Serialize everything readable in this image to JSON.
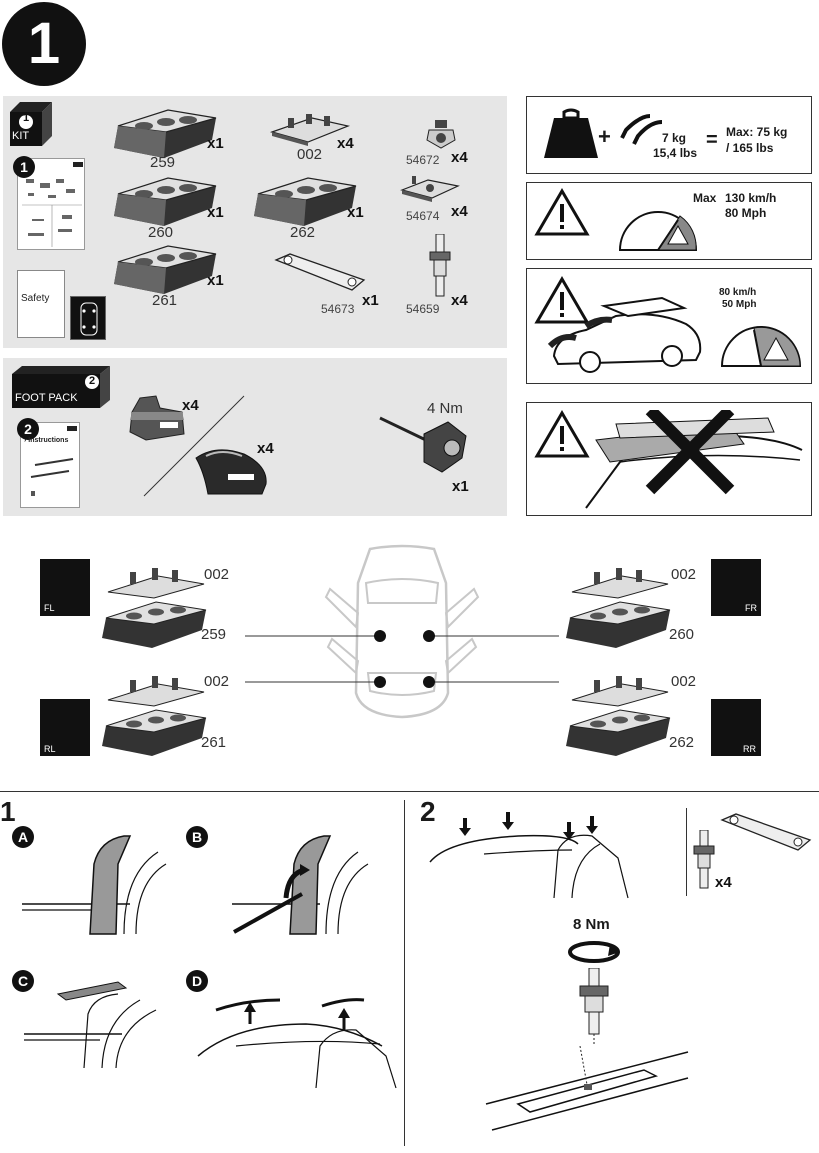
{
  "header": {
    "step_number": "1"
  },
  "kit": {
    "badge_number": "1",
    "label": "KIT",
    "manual_badge": "1",
    "safety_label": "Safety",
    "parts": [
      {
        "code": "259",
        "qty": "x1"
      },
      {
        "code": "002",
        "qty": "x4"
      },
      {
        "code": "54672",
        "qty": "x4"
      },
      {
        "code": "260",
        "qty": "x1"
      },
      {
        "code": "262",
        "qty": "x1"
      },
      {
        "code": "54674",
        "qty": "x4"
      },
      {
        "code": "261",
        "qty": "x1"
      },
      {
        "code": "54673",
        "qty": "x1"
      },
      {
        "code": "54659",
        "qty": "x4"
      }
    ]
  },
  "foot_pack": {
    "badge_number": "2",
    "label": "FOOT PACK",
    "manual_badge": "2",
    "instructions_label": "› Instructions",
    "foot_qty_1": "x4",
    "foot_qty_2": "x4",
    "torque": "4 Nm",
    "tool_qty": "x1"
  },
  "warnings": {
    "load": {
      "bar_weight": "7 kg",
      "bar_weight_lbs": "15,4 lbs",
      "max_label": "Max: 75 kg",
      "max_lbs": "/ 165 lbs",
      "plus": "+",
      "equals": "="
    },
    "speed": {
      "max": "Max",
      "kmh": "130 km/h",
      "mph": "80 Mph"
    },
    "wind": {
      "kmh": "80 km/h",
      "mph": "50 Mph"
    }
  },
  "placement": {
    "positions": [
      {
        "corner": "FL",
        "foot": "259",
        "pad": "002"
      },
      {
        "corner": "FR",
        "foot": "260",
        "pad": "002"
      },
      {
        "corner": "RL",
        "foot": "261",
        "pad": "002"
      },
      {
        "corner": "RR",
        "foot": "262",
        "pad": "002"
      }
    ]
  },
  "steps": {
    "step1": {
      "number": "1",
      "substeps": [
        "A",
        "B",
        "C",
        "D"
      ]
    },
    "step2": {
      "number": "2",
      "torque": "8 Nm",
      "qty": "x4"
    }
  }
}
